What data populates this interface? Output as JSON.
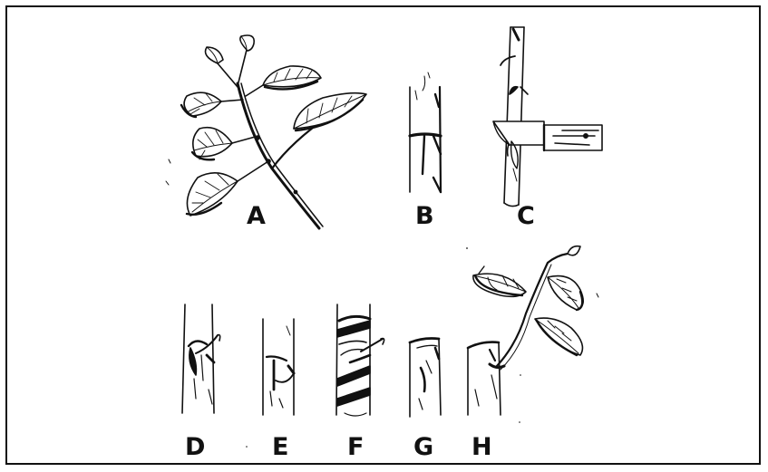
{
  "figure": {
    "labels": {
      "a": "A",
      "b": "B",
      "c": "C",
      "d": "D",
      "e": "E",
      "f": "F",
      "g": "G",
      "h": "H"
    }
  }
}
